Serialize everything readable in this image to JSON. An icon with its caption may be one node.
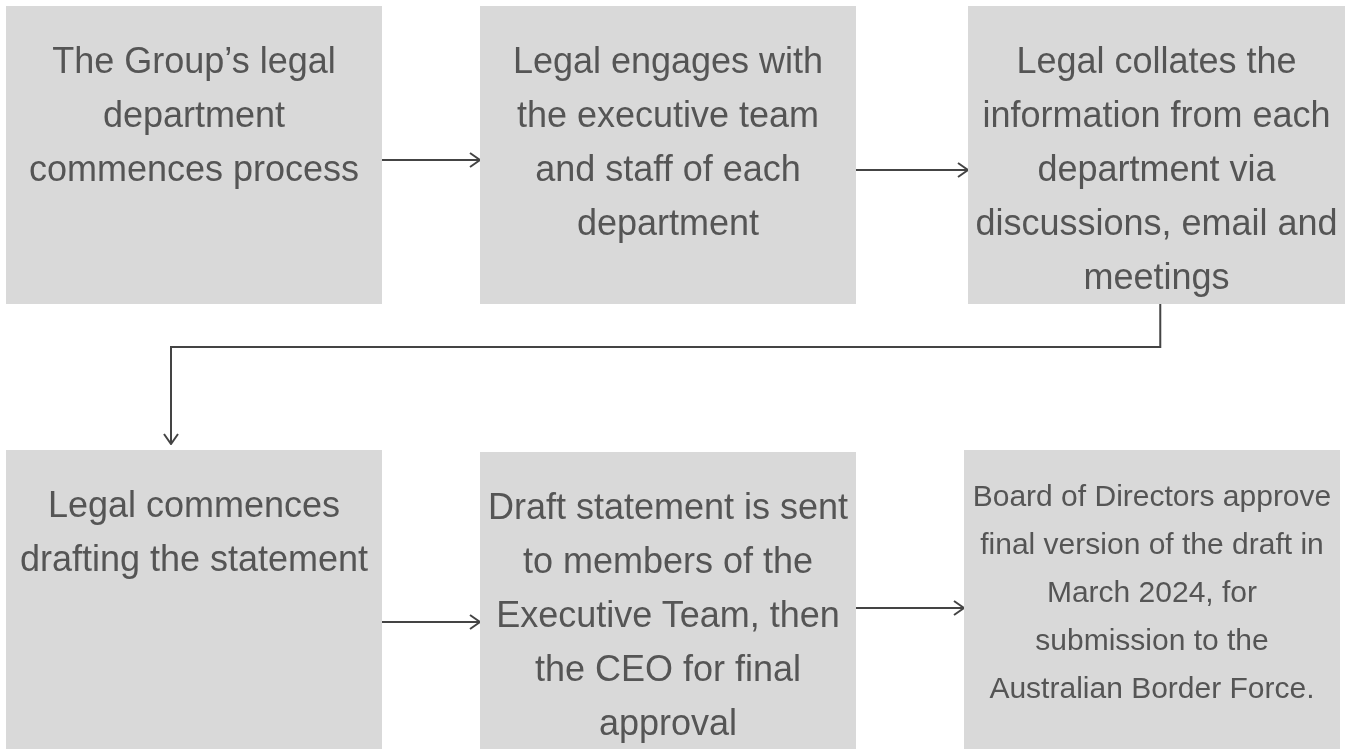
{
  "diagram": {
    "nodes": [
      {
        "text": [
          "The Group’s legal department commences process"
        ]
      },
      {
        "text": [
          "Legal engages with the executive team and staff of each department"
        ]
      },
      {
        "text": [
          "Legal collates the information from each department via discussions, email and meetings"
        ]
      },
      {
        "text": [
          "Legal commences drafting the statement"
        ]
      },
      {
        "text": [
          "Draft statement is sent to members of the Executive Team, then the CEO for final approval"
        ]
      },
      {
        "text": [
          "Board of Directors approve final version of the draft in March 2024, for submission to the Australian Border Force."
        ]
      }
    ],
    "edges": [
      {
        "from": 0,
        "to": 1,
        "arrow": "to"
      },
      {
        "from": 1,
        "to": 2,
        "arrow": "to"
      },
      {
        "from": 2,
        "to": 3,
        "arrow": "to"
      },
      {
        "from": 3,
        "to": 4,
        "arrow": "to"
      },
      {
        "from": 4,
        "to": 5,
        "arrow": "to"
      }
    ]
  }
}
